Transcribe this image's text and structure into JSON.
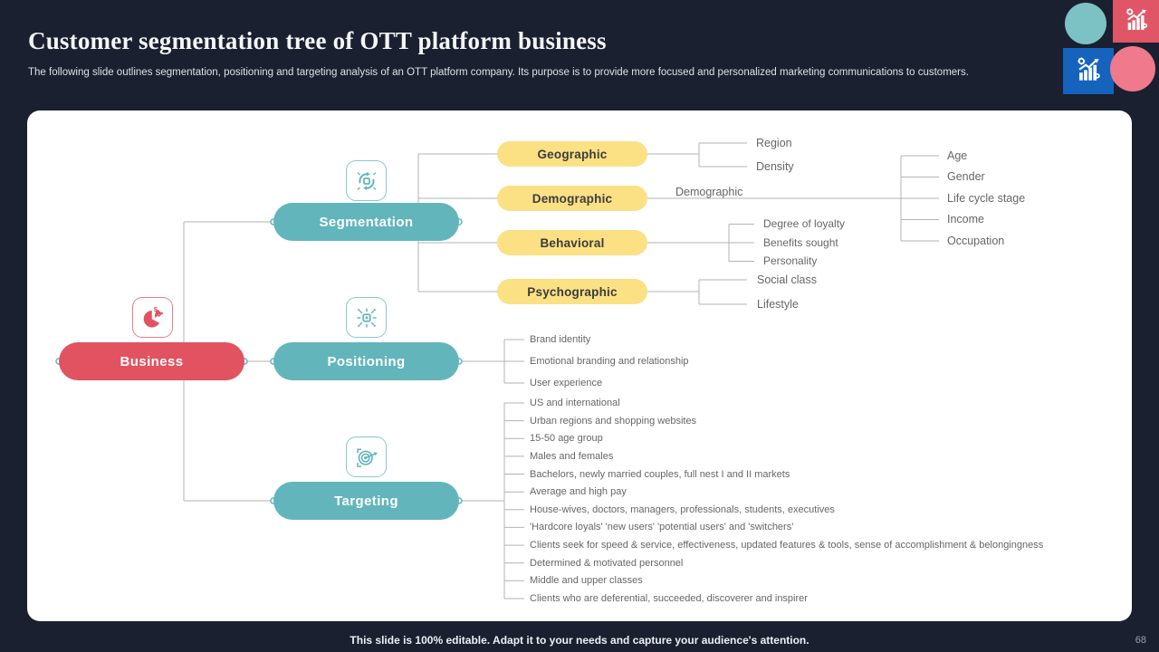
{
  "slide": {
    "title": "Customer segmentation tree of OTT platform business",
    "subtitle": "The following slide outlines segmentation, positioning and targeting analysis of an OTT platform company. Its purpose is to provide more focused and personalized marketing communications to customers.",
    "footer": "This slide is 100% editable. Adapt it to your needs and capture your audience's attention.",
    "page_number": "68"
  },
  "colors": {
    "background": "#1a2030",
    "panel": "#ffffff",
    "teal": "#62b5bb",
    "red": "#e15360",
    "yellow": "#fbe184",
    "line": "#b3b3b3",
    "label": "#666666",
    "teal_circle": "#7cc2c4",
    "pink_circle": "#f0798b",
    "blue_square": "#1563bd",
    "red_square": "#e15666"
  },
  "icons": {
    "business": "pie-chart-dollar-icon",
    "segmentation": "process-cycle-arrows-icon",
    "positioning": "idea-rays-icon",
    "targeting": "target-dart-icon",
    "decor_squares": "growth-chart-gears-icon"
  },
  "tree": {
    "root": {
      "label": "Business"
    },
    "level1": [
      {
        "label": "Segmentation"
      },
      {
        "label": "Positioning"
      },
      {
        "label": "Targeting"
      }
    ],
    "segmentation_children": [
      {
        "label": "Geographic",
        "items": [
          "Region",
          "Density"
        ]
      },
      {
        "label": "Demographic",
        "connector_label": "Demographic",
        "items": [
          "Age",
          "Gender",
          "Life cycle stage",
          "Income",
          "Occupation"
        ]
      },
      {
        "label": "Behavioral",
        "items": [
          "Degree of loyalty",
          "Benefits sought",
          "Personality"
        ]
      },
      {
        "label": "Psychographic",
        "items": [
          "Social class",
          "Lifestyle"
        ]
      }
    ],
    "positioning_items": [
      "Brand identity",
      "Emotional branding and relationship",
      "User experience"
    ],
    "targeting_items": [
      "US and international",
      "Urban regions and shopping websites",
      "15-50 age group",
      "Males and females",
      "Bachelors, newly married couples, full nest I and II markets",
      "Average and high pay",
      "House-wives, doctors, managers, professionals, students, executives",
      "'Hardcore loyals' 'new users' 'potential users' and 'switchers'",
      "Clients seek for speed & service, effectiveness, updated features & tools, sense of accomplishment & belongingness",
      "Determined & motivated personnel",
      "Middle and upper classes",
      "Clients who are deferential, succeeded, discoverer and inspirer"
    ]
  }
}
